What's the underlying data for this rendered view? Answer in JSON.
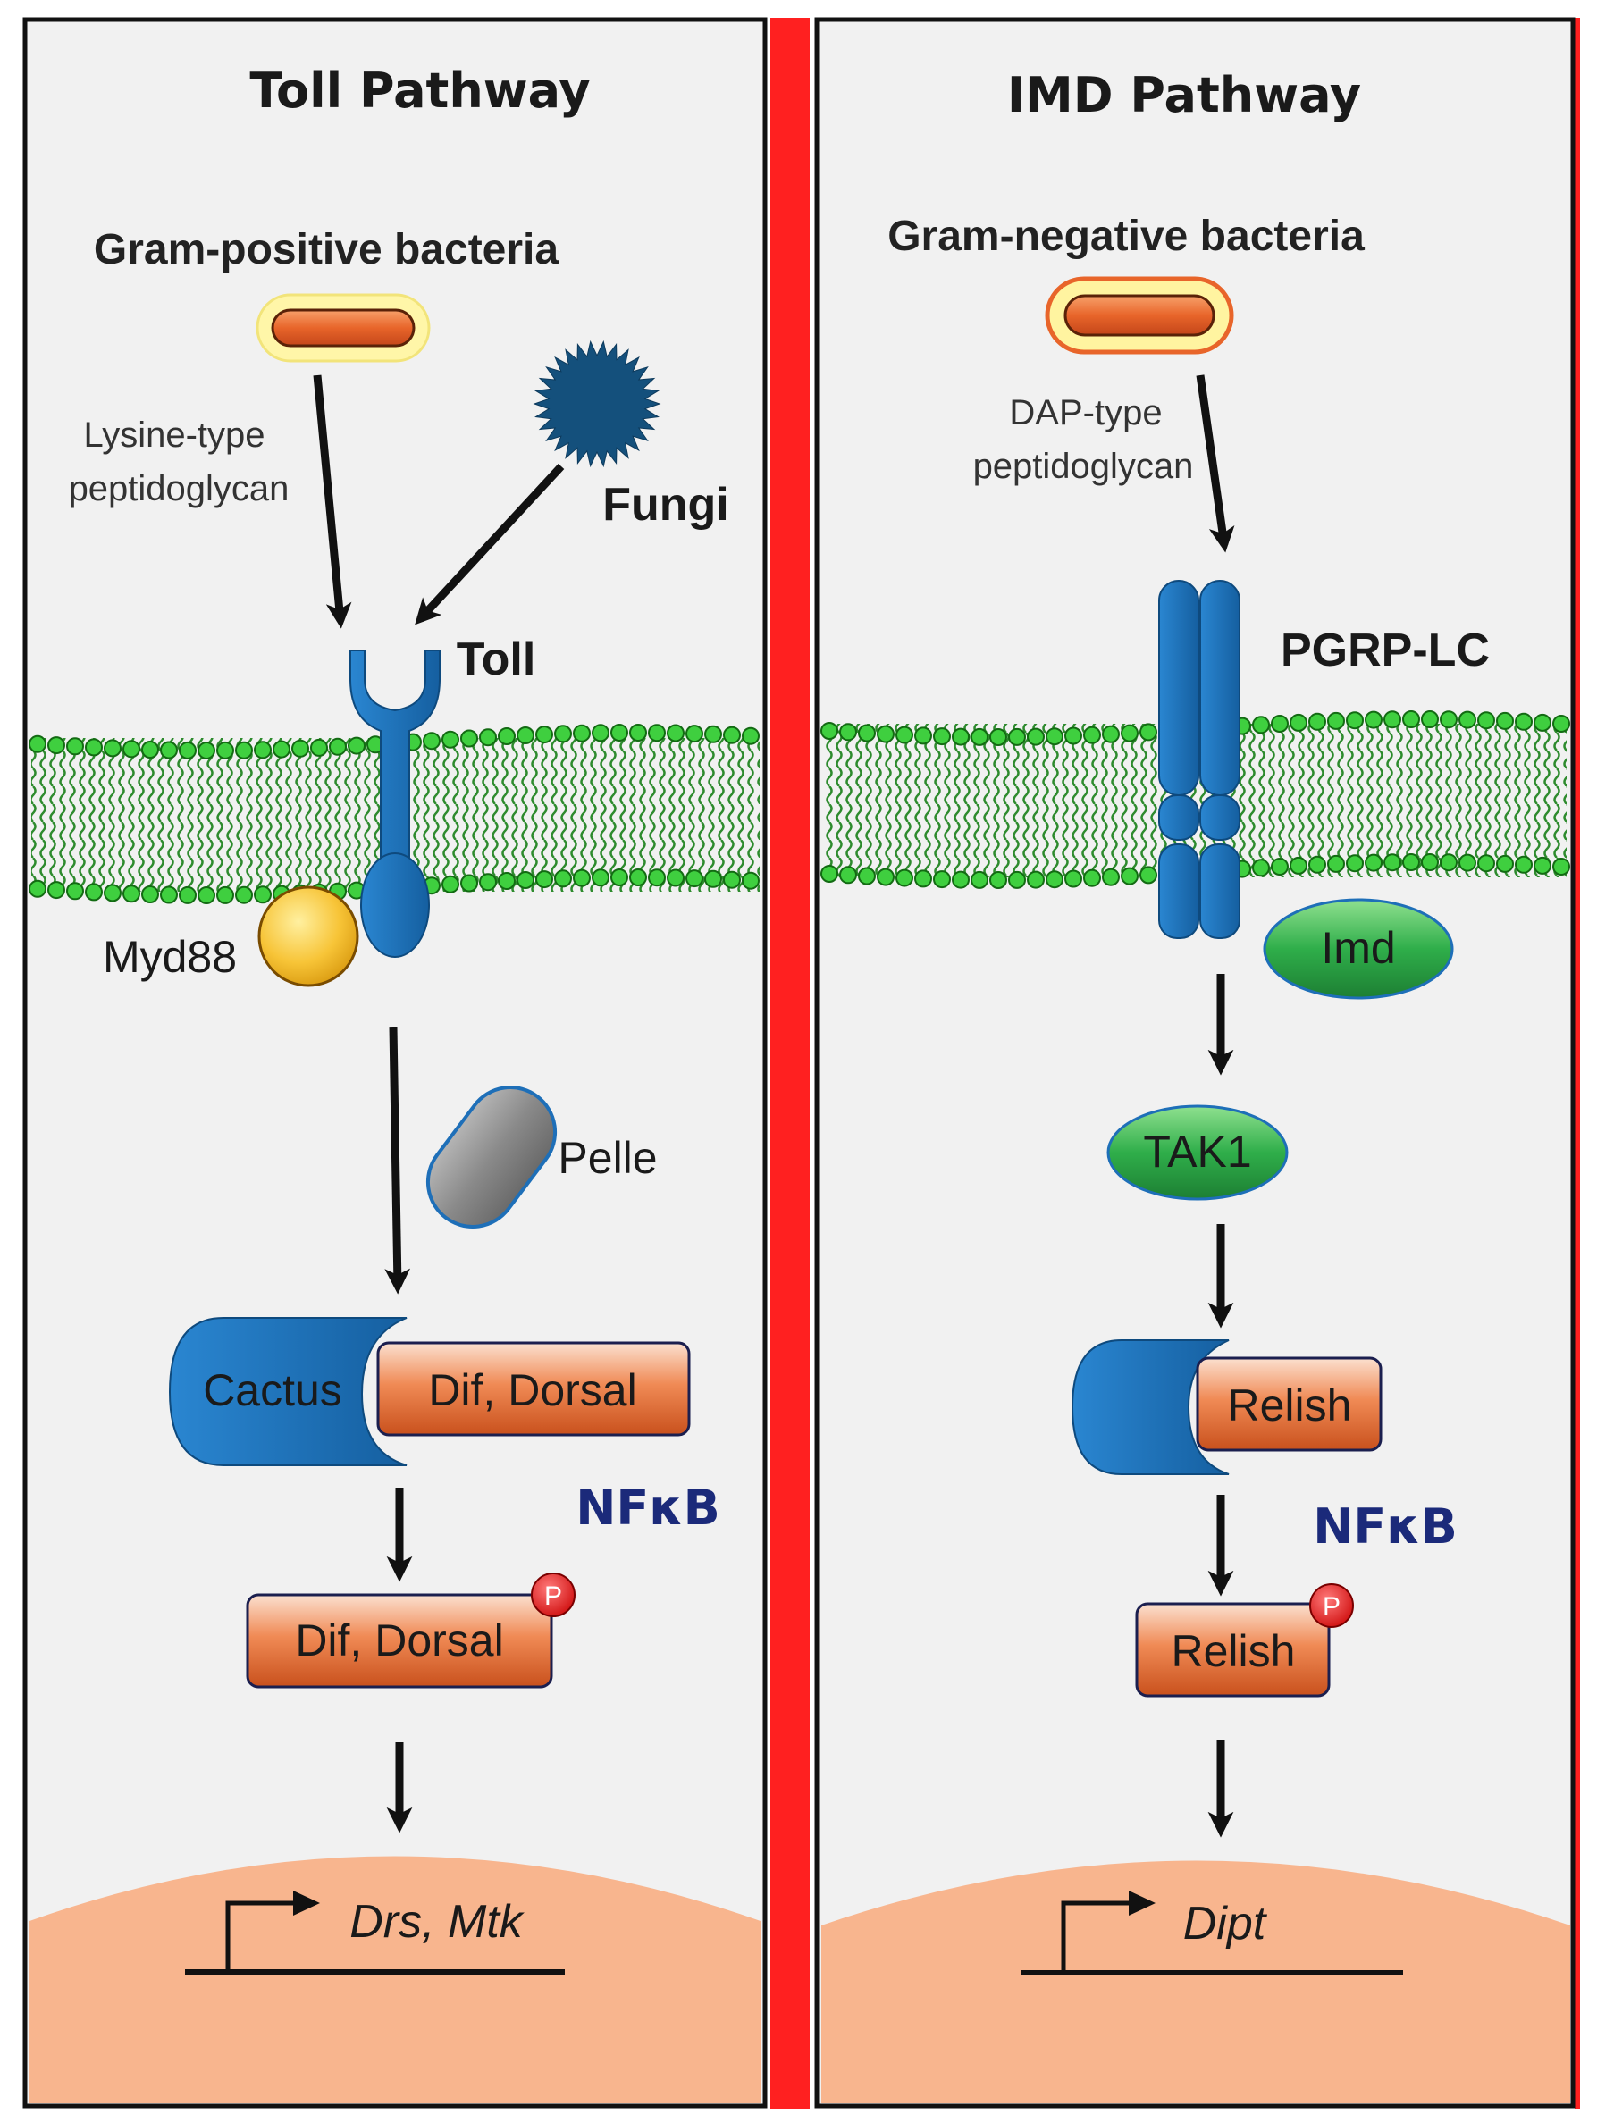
{
  "left_panel": {
    "title": "Toll Pathway",
    "bacteria_label": "Gram-positive bacteria",
    "ligand_line1": "Lysine-type",
    "ligand_line2": "peptidoglycan",
    "fungi_label": "Fungi",
    "receptor_label": "Toll",
    "adaptor_label": "Myd88",
    "kinase_label": "Pelle",
    "inhibitor_label": "Cactus",
    "tf_label": "Dif, Dorsal",
    "nfkb_label": "NFκB",
    "tf_active_label": "Dif, Dorsal",
    "phospho_label": "P",
    "gene_label": "Drs, Mtk"
  },
  "right_panel": {
    "title": "IMD Pathway",
    "bacteria_label": "Gram-negative bacteria",
    "ligand_line1": "DAP-type",
    "ligand_line2": "peptidoglycan",
    "receptor_label": "PGRP-LC",
    "adaptor_label": "Imd",
    "kinase_label": "TAK1",
    "tf_label": "Relish",
    "nfkb_label": "NFκB",
    "tf_active_label": "Relish",
    "phospho_label": "P",
    "gene_label": "Dipt"
  },
  "colors": {
    "divider": "#ff2020",
    "panel_bg": "#f1f1f1",
    "membrane_head": "#3fcf3f",
    "membrane_tail": "#2e8b2e",
    "receptor_blue": "#1e6fb8",
    "bacteria_orange": "#e8652a",
    "nucleus": "#f8b58e"
  }
}
